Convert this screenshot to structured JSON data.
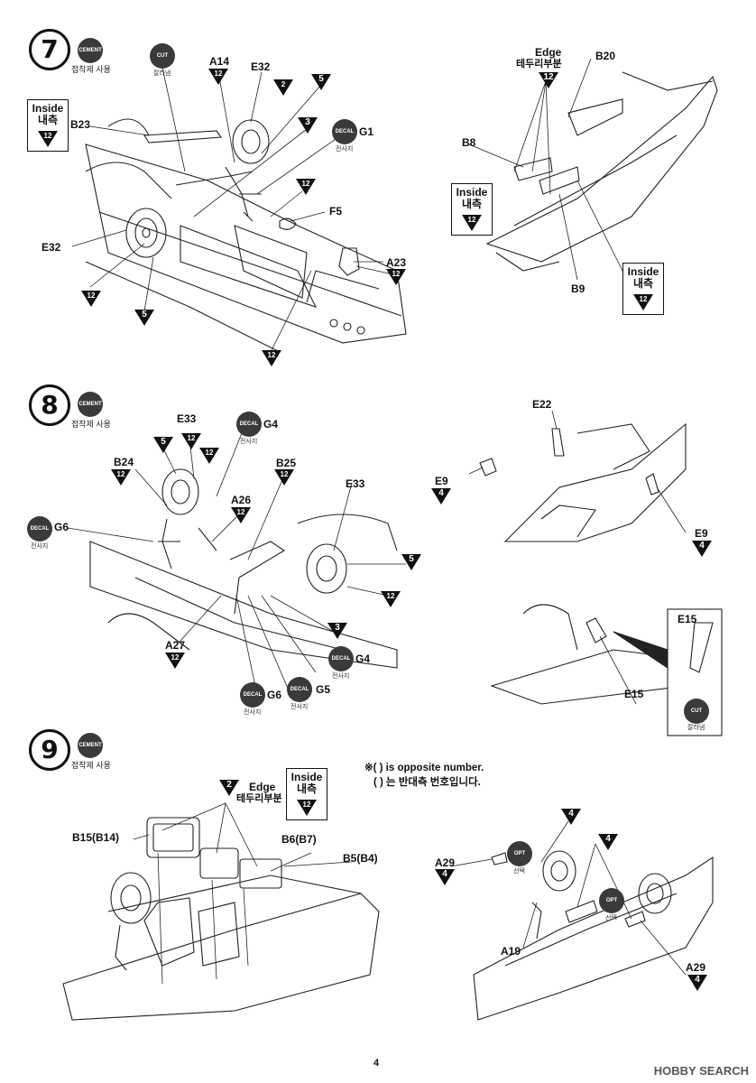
{
  "page_number": "4",
  "watermark": "HOBBY SEARCH",
  "common": {
    "cement_badge": "CEMENT",
    "cement_text": "접착제 사용",
    "decal_badge": "DECAL",
    "decal_text": "전사지",
    "cut_badge": "CUT",
    "cut_text": "잘라냄",
    "opt_badge": "OPT",
    "opt_text": "선택",
    "inside_en": "Inside",
    "inside_ko": "내측",
    "edge_en": "Edge",
    "edge_ko": "테두리부분"
  },
  "steps": [
    {
      "number": "7",
      "labels": [
        "A14",
        "E32",
        "G1",
        "B23",
        "F5",
        "E32",
        "A23",
        "B20",
        "B8",
        "B9"
      ],
      "paint_codes": [
        "12",
        "12",
        "5",
        "3",
        "12",
        "12",
        "5",
        "12",
        "12",
        "2",
        "12",
        "12"
      ]
    },
    {
      "number": "8",
      "labels": [
        "E33",
        "G4",
        "B24",
        "B25",
        "G6",
        "A26",
        "E33",
        "A27",
        "G4",
        "G6",
        "G5",
        "E22",
        "E9",
        "E9",
        "E15",
        "E15"
      ],
      "paint_codes": [
        "5",
        "12",
        "12",
        "12",
        "5",
        "12",
        "3",
        "12",
        "4",
        "4"
      ]
    },
    {
      "number": "9",
      "labels": [
        "B15(B14)",
        "B6(B7)",
        "B5(B4)",
        "A29",
        "A19",
        "A29"
      ],
      "paint_codes": [
        "2",
        "12",
        "4",
        "4",
        "4",
        "4"
      ],
      "note_line1": "※( ) is opposite number.",
      "note_line2": "( ) 는 반대측 번호입니다."
    }
  ]
}
